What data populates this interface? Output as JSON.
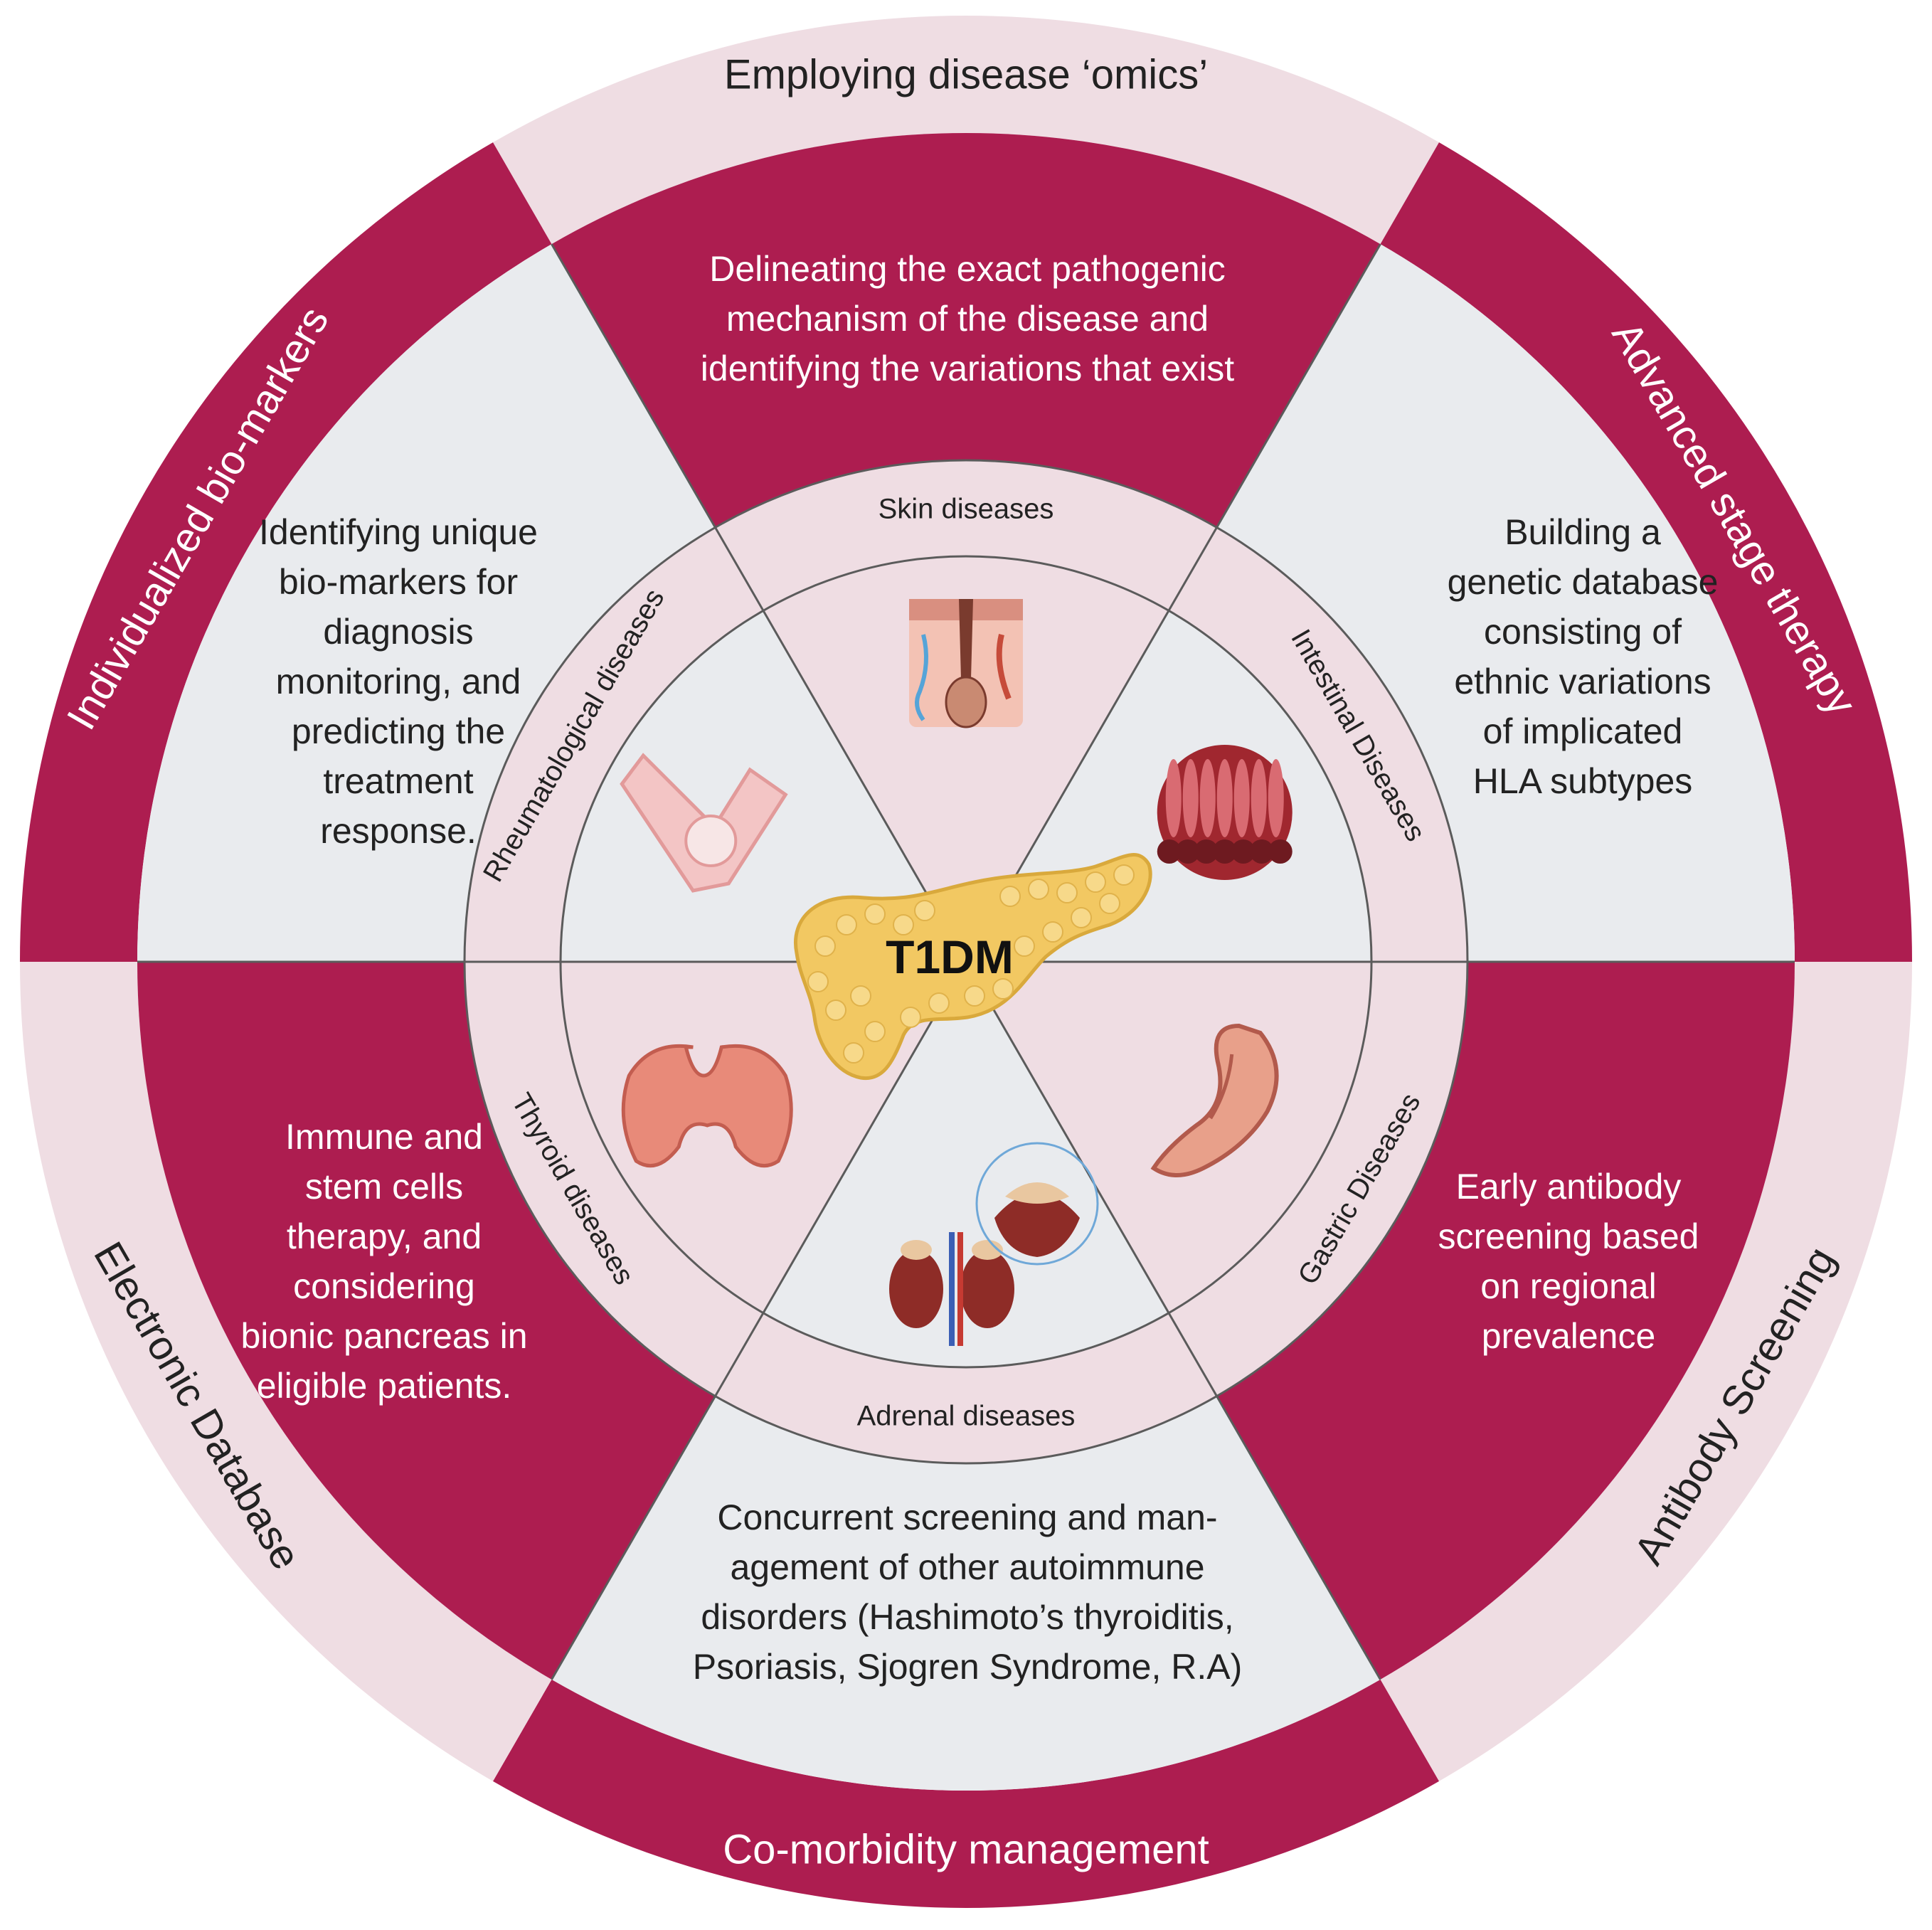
{
  "colors": {
    "crimson": "#ad1d50",
    "light_pink": "#efdde3",
    "light_gray": "#e9ebee",
    "ring_pink": "#efdde3",
    "divider": "#5b5b5b",
    "pancreas": "#f2c862",
    "dark_text": "#222222",
    "white_text": "#ffffff"
  },
  "center": {
    "label": "T1DM"
  },
  "outer_ring": [
    {
      "label": "Employing disease ‘omics’",
      "fill": "light_pink",
      "text_color": "dark_text"
    },
    {
      "label": "Advanced stage therapy",
      "fill": "crimson",
      "text_color": "white_text"
    },
    {
      "label": "Antibody Screening",
      "fill": "light_pink",
      "text_color": "dark_text"
    },
    {
      "label": "Co-morbidity management",
      "fill": "crimson",
      "text_color": "white_text"
    },
    {
      "label": "Electronic Database",
      "fill": "light_pink",
      "text_color": "dark_text"
    },
    {
      "label": "Individualized bio-markers",
      "fill": "crimson",
      "text_color": "white_text"
    }
  ],
  "middle_sectors": [
    {
      "fill": "crimson",
      "text_color": "white_text",
      "lines": [
        "Delineating the exact pathogenic",
        "mechanism of the disease and",
        "identifying the variations that exist"
      ]
    },
    {
      "fill": "light_gray",
      "text_color": "dark_text",
      "lines": [
        "Building a",
        "genetic database",
        "consisting of",
        "ethnic variations",
        "of implicated",
        "HLA subtypes"
      ]
    },
    {
      "fill": "crimson",
      "text_color": "white_text",
      "lines": [
        "Early antibody",
        "screening based",
        "on regional",
        "prevalence"
      ]
    },
    {
      "fill": "light_gray",
      "text_color": "dark_text",
      "lines": [
        "Concurrent screening and man-",
        "agement of other autoimmune",
        "disorders (Hashimoto’s thyroiditis,",
        "Psoriasis, Sjogren Syndrome, R.A)"
      ]
    },
    {
      "fill": "crimson",
      "text_color": "white_text",
      "lines": [
        "Immune and",
        "stem cells",
        "therapy, and",
        "considering",
        "bionic pancreas in",
        "eligible patients."
      ]
    },
    {
      "fill": "light_gray",
      "text_color": "dark_text",
      "lines": [
        "Identifying unique",
        "bio-markers for",
        "diagnosis",
        "monitoring, and",
        "predicting the",
        "treatment",
        "response."
      ]
    }
  ],
  "inner_ring": [
    {
      "label": "Skin diseases",
      "icon": "skin-icon"
    },
    {
      "label": "Intestinal Diseases",
      "icon": "intestine-icon"
    },
    {
      "label": "Gastric Diseases",
      "icon": "stomach-icon"
    },
    {
      "label": "Adrenal diseases",
      "icon": "adrenal-icon"
    },
    {
      "label": "Thyroid diseases",
      "icon": "thyroid-icon"
    },
    {
      "label": "Rheumatological diseases",
      "icon": "knee-joint-icon"
    }
  ]
}
